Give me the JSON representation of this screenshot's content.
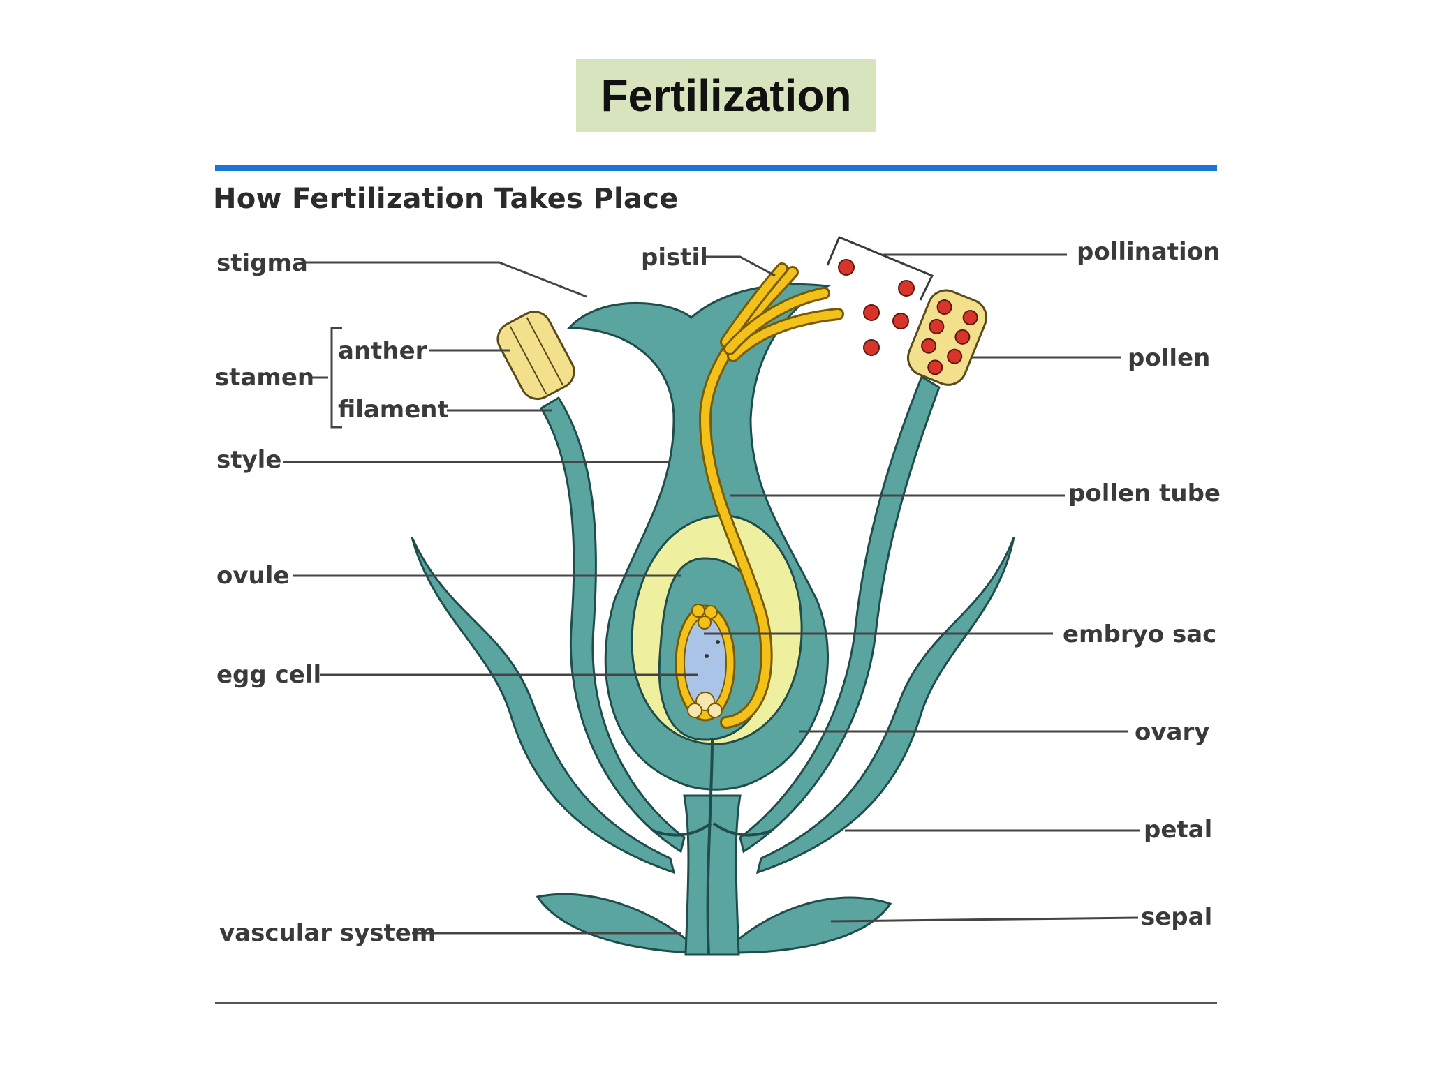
{
  "slide": {
    "title": "Fertilization"
  },
  "diagram": {
    "heading": "How Fertilization Takes Place",
    "labels": {
      "stigma": "stigma",
      "pistil": "pistil",
      "pollination": "pollination",
      "stamen": "stamen",
      "anther": "anther",
      "filament": "filament",
      "pollen": "pollen",
      "style": "style",
      "pollen_tube": "pollen tube",
      "ovule": "ovule",
      "embryo_sac": "embryo sac",
      "egg_cell": "egg cell",
      "ovary": "ovary",
      "petal": "petal",
      "sepal": "sepal",
      "vascular_system": "vascular system"
    },
    "colors": {
      "plant_teal": "#5aa5a0",
      "plant_outline": "#1e4d4b",
      "pollen_yellow": "#f2c21b",
      "ovule_cream": "#eef0a0",
      "anther_cream": "#f3e08c",
      "pollen_red": "#d8342a",
      "embryo_blue": "#a9c4e6",
      "rule_blue": "#1a74d6"
    }
  }
}
